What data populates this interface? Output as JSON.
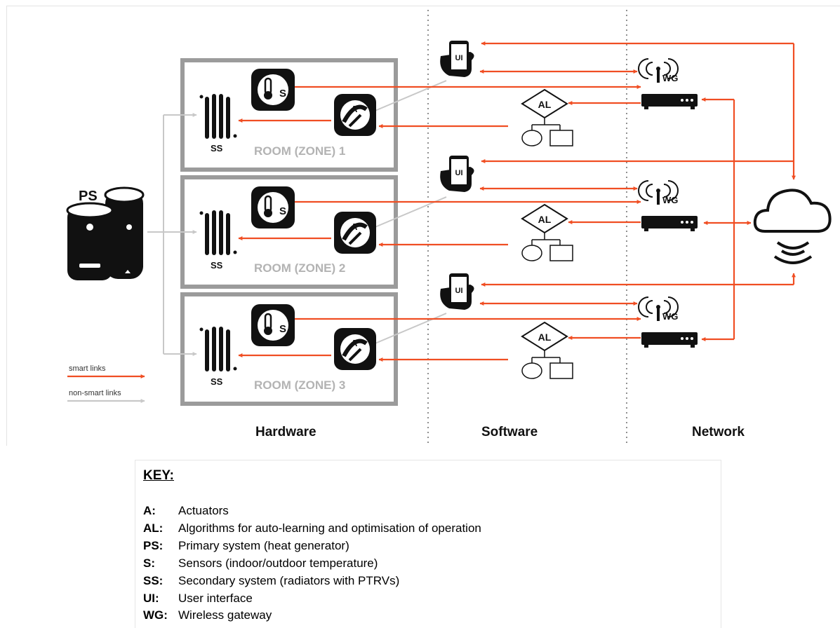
{
  "colors": {
    "smart": "#f04e23",
    "non_smart": "#c8c8c8",
    "room_border": "#9b9b9b",
    "icon_dark": "#111111",
    "room_label": "#b3b3b3"
  },
  "labels": {
    "ps": "PS",
    "ss": "SS",
    "ui": "UI",
    "al": "AL",
    "wg": "WG",
    "a": "A",
    "s": "S"
  },
  "rooms": [
    {
      "label": "ROOM (ZONE) 1"
    },
    {
      "label": "ROOM (ZONE) 2"
    },
    {
      "label": "ROOM (ZONE) 3"
    }
  ],
  "legend": {
    "smart": "smart links",
    "non_smart": "non-smart links"
  },
  "columns": {
    "hardware": "Hardware",
    "software": "Software",
    "network": "Network"
  },
  "key": {
    "title": "KEY:",
    "items": [
      {
        "abbr": "A:",
        "desc": "Actuators"
      },
      {
        "abbr": "AL:",
        "desc": "Algorithms  for auto-learning and optimisation of operation"
      },
      {
        "abbr": "PS:",
        "desc": "Primary system (heat generator)"
      },
      {
        "abbr": "S:",
        "desc": "Sensors (indoor/outdoor temperature)"
      },
      {
        "abbr": "SS:",
        "desc": "Secondary system (radiators with PTRVs)"
      },
      {
        "abbr": "UI:",
        "desc": "User interface"
      },
      {
        "abbr": "WG:",
        "desc": "Wireless gateway"
      }
    ]
  },
  "icons": [
    "primary-system-boiler-icon",
    "radiator-icon",
    "sensor-thermometer-icon",
    "actuator-valve-icon",
    "smartphone-icon",
    "algorithm-tree-icon",
    "wifi-antenna-icon",
    "router-icon",
    "cloud-wireless-icon"
  ]
}
